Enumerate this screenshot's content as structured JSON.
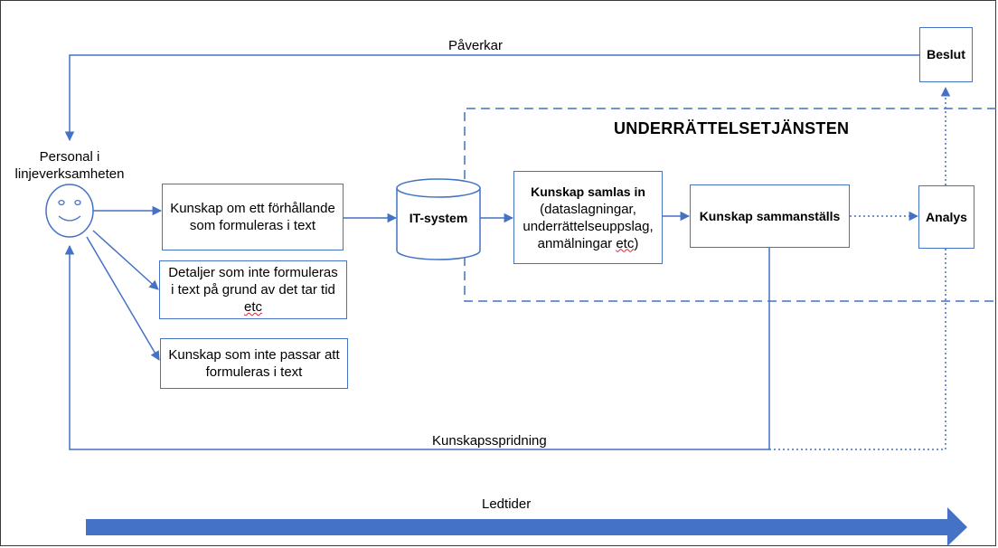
{
  "labels": {
    "paverkar": "Påverkar",
    "personal_line1": "Personal i",
    "personal_line2": "linjeverksamheten",
    "kunskapsspridning": "Kunskapsspridning",
    "ledtider": "Ledtider",
    "underrattelse_title": "UNDERRÄTTELSETJÄNSTEN"
  },
  "boxes": {
    "beslut": "Beslut",
    "analys": "Analys",
    "kunskap_om": "Kunskap om ett förhållande som formuleras i text",
    "detaljer_a": "Detaljer som inte formuleras i text på grund av det tar tid ",
    "detaljer_b": "etc",
    "passar": "Kunskap som inte passar att formuleras i text",
    "it_system": "IT-system",
    "samlas_title": "Kunskap samlas in",
    "samlas_body_a": "(dataslagningar, underrättelseuppslag, anmälningar ",
    "samlas_body_b": "etc",
    "samlas_body_c": ")",
    "sammanstalls": "Kunskap sammanställs"
  },
  "colors": {
    "line": "#4472c4",
    "arrow_fill": "#4472c4",
    "frame": "#3a3a3a"
  },
  "icons": {
    "person": "smiley-face-icon"
  }
}
